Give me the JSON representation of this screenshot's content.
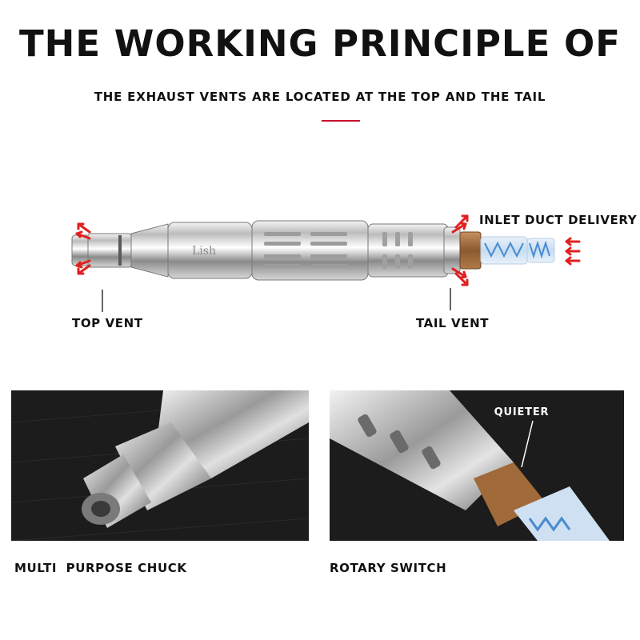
{
  "header": {
    "title": "THE WORKING PRINCIPLE OF",
    "subtitle": "THE EXHAUST VENTS ARE LOCATED AT THE TOP AND THE TAIL"
  },
  "diagram": {
    "tool_brand": "Lish",
    "labels": {
      "top_vent": "TOP VENT",
      "tail_vent": "TAIL VENT",
      "inlet": "INLET DUCT DELIVERY"
    }
  },
  "photos": {
    "left": {
      "caption": "MULTI  PURPOSE CHUCK"
    },
    "right": {
      "caption": "ROTARY SWITCH",
      "overlay_label": "QUIETER"
    }
  },
  "colors": {
    "accent": "#c8102e",
    "arrow": "#e02020",
    "text": "#111111",
    "photo_background": "#1c1c1c"
  }
}
